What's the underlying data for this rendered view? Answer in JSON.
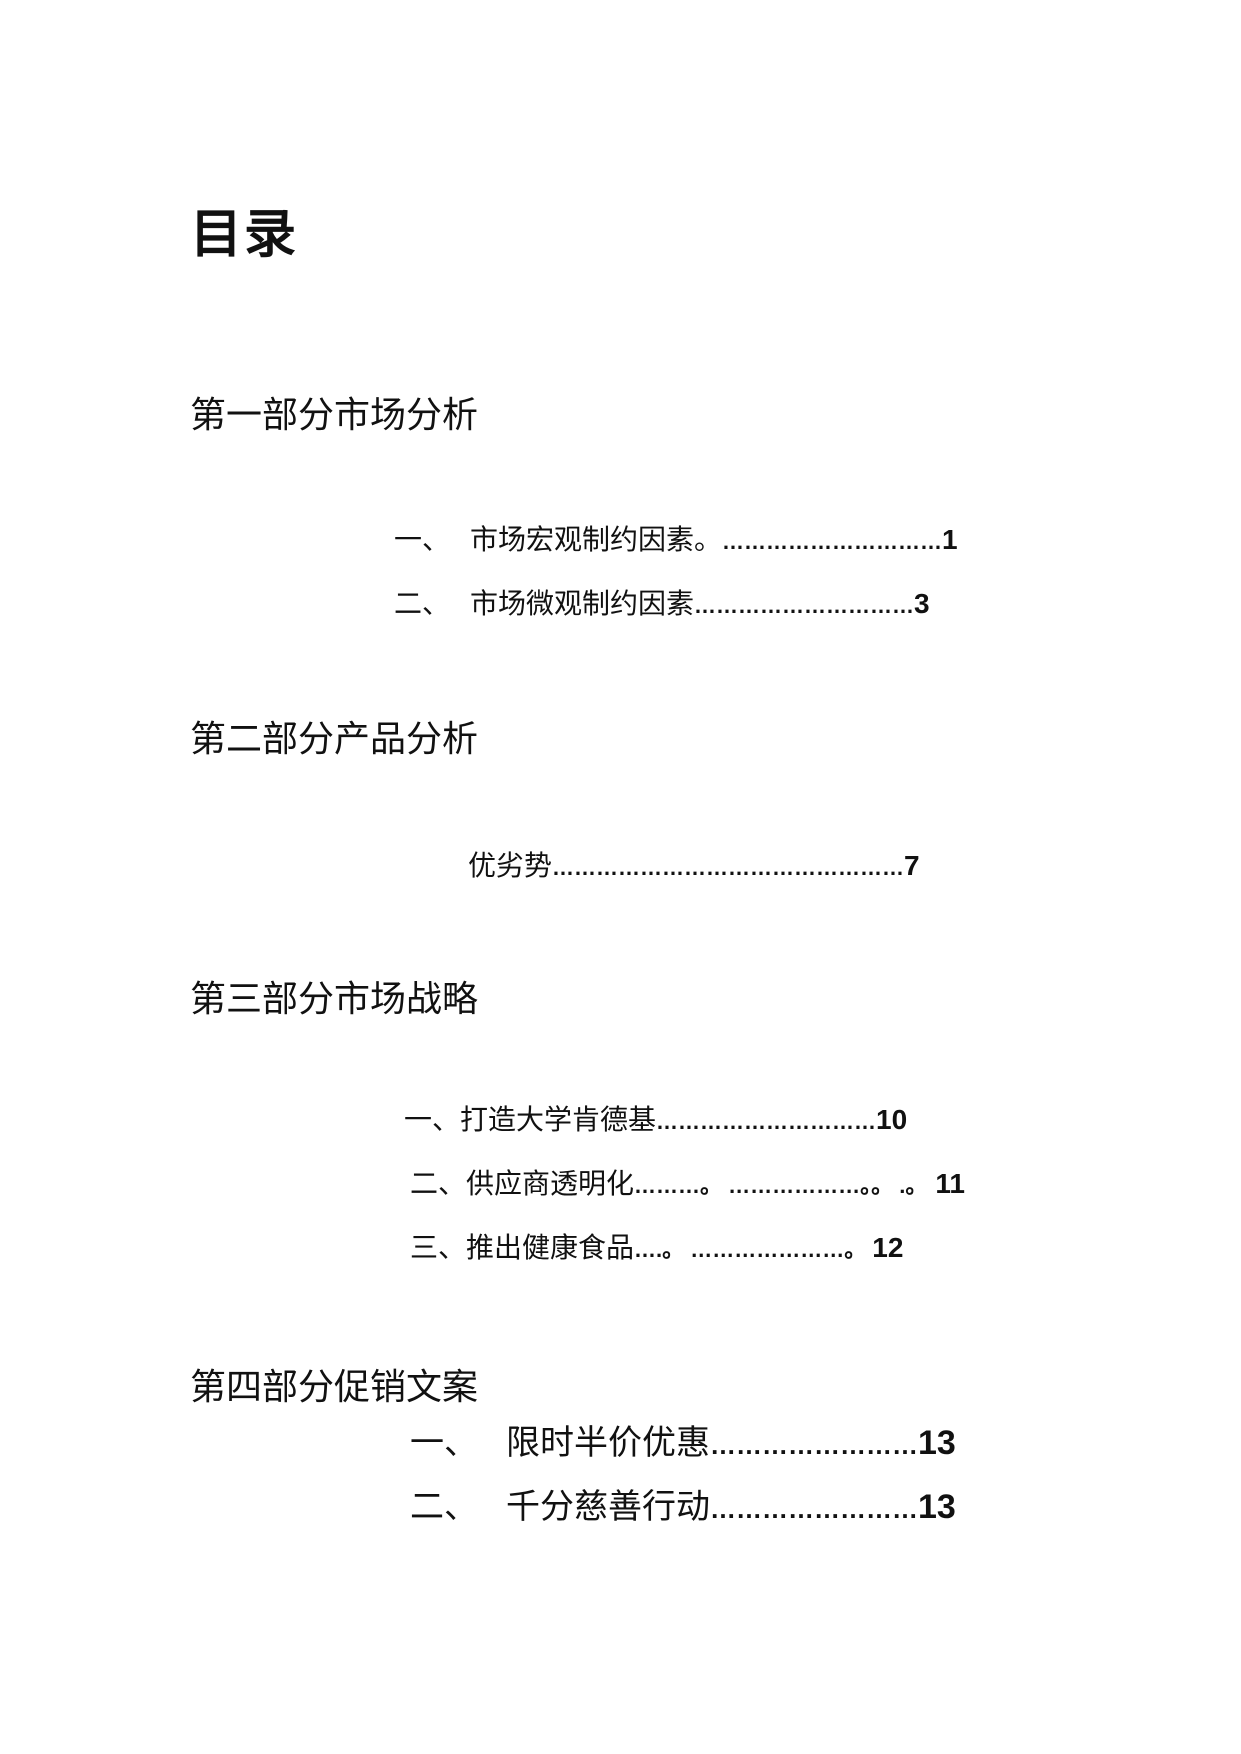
{
  "document": {
    "title": "目录"
  },
  "sections": [
    {
      "heading": "第一部分市场分析",
      "entries": [
        {
          "num": "一、",
          "text": "市场宏观制约因素。",
          "leader": "…………………………",
          "page": "1"
        },
        {
          "num": "二、",
          "text": "市场微观制约因素",
          "leader": "…………………………",
          "page": "3"
        }
      ]
    },
    {
      "heading": "第二部分产品分析",
      "entries": [
        {
          "num": "",
          "text": "优劣势",
          "leader": "…………………………………………",
          "page": "7"
        }
      ]
    },
    {
      "heading": "第三部分市场战略",
      "entries": [
        {
          "num": "一、",
          "text": "打造大学肯德基",
          "leader": "…………………………",
          "page": "10"
        },
        {
          "num": "二、",
          "text": "供应商透明化",
          "leader": "………。 ………………。。 .。",
          "page": "11"
        },
        {
          "num": "三、",
          "text": "推出健康食品",
          "leader": "….。 …………………。",
          "page": "12"
        }
      ]
    },
    {
      "heading": "第四部分促销文案",
      "entries": [
        {
          "num": "一、",
          "text": "限时半价优惠",
          "leader": "……………………",
          "page": "13"
        },
        {
          "num": "二、",
          "text": "千分慈善行动",
          "leader": "……………………",
          "page": "13"
        }
      ]
    }
  ]
}
